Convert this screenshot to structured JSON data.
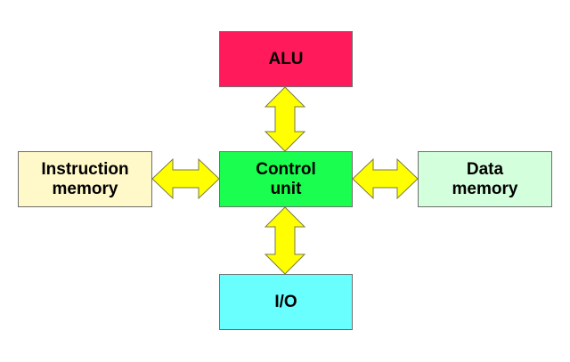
{
  "nodes": {
    "alu": {
      "label": "ALU",
      "color": "#ff1a5c"
    },
    "control_unit": {
      "label": "Control\nunit",
      "color": "#1aff4f"
    },
    "instruction_memory": {
      "label": "Instruction\nmemory",
      "color": "#fff8c8"
    },
    "data_memory": {
      "label": "Data\nmemory",
      "color": "#d4ffdc"
    },
    "io": {
      "label": "I/O",
      "color": "#6affff"
    }
  },
  "edges": [
    {
      "from": "control_unit",
      "to": "alu",
      "direction": "bidirectional"
    },
    {
      "from": "control_unit",
      "to": "instruction_memory",
      "direction": "bidirectional"
    },
    {
      "from": "control_unit",
      "to": "data_memory",
      "direction": "bidirectional"
    },
    {
      "from": "control_unit",
      "to": "io",
      "direction": "bidirectional"
    }
  ],
  "arrow_color": "#ffff00"
}
